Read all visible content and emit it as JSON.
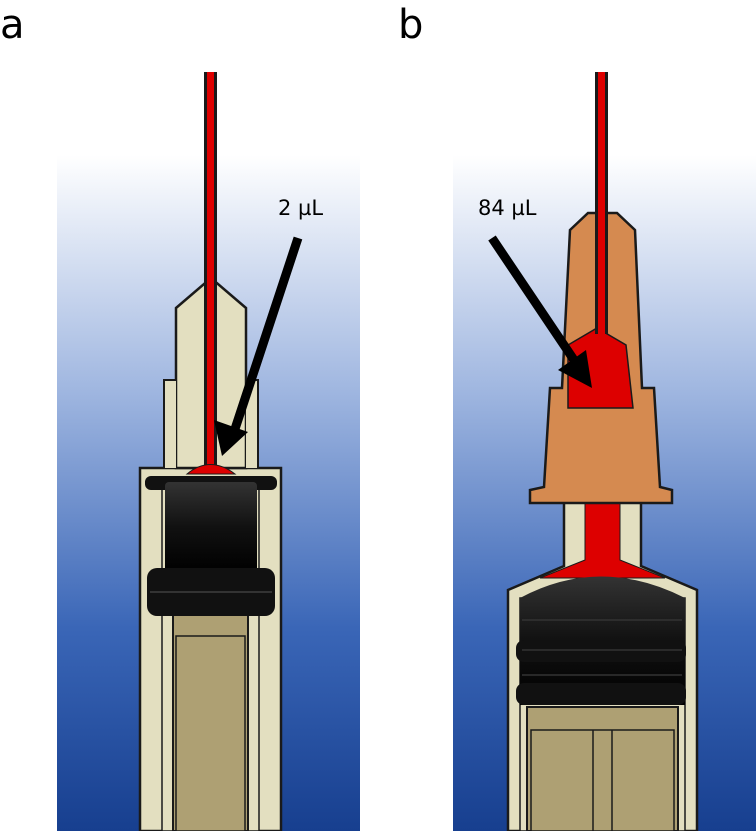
{
  "panels": [
    {
      "letter": "a",
      "volume_label": "2 µL"
    },
    {
      "letter": "b",
      "volume_label": "84 µL"
    }
  ],
  "colors": {
    "background_top": "#ffffff",
    "background_bottom": "#1a4a9e",
    "syringe_barrel": "#e3dfc0",
    "plunger_rod": "#aea073",
    "plunger_tip": "#111111",
    "needle_liquid": "#dd0000",
    "needle_hub": "#d58a50",
    "outline": "#1a1a1a"
  },
  "icons": [
    "arrow-icon"
  ]
}
